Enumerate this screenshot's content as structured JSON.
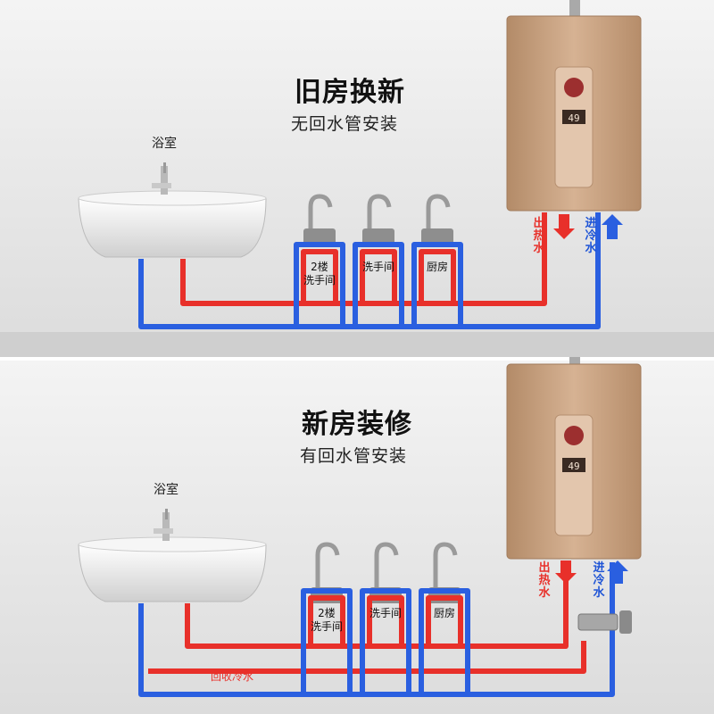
{
  "colors": {
    "hot_pipe": "#e8302a",
    "cold_pipe": "#2a5fe0",
    "heater_body": "#c9a27f",
    "background": "#d9d9d9"
  },
  "panels": [
    {
      "title": "旧房换新",
      "subtitle": "无回水管安装",
      "bathroom_label": "浴室",
      "taps": [
        {
          "label_line1": "2楼",
          "label_line2": "洗手间"
        },
        {
          "label_line1": "洗手间",
          "label_line2": ""
        },
        {
          "label_line1": "厨房",
          "label_line2": ""
        }
      ],
      "hot_out": "出热水",
      "cold_in": "进冷水",
      "heater_display": "49",
      "recycle_label": ""
    },
    {
      "title": "新房装修",
      "subtitle": "有回水管安装",
      "bathroom_label": "浴室",
      "taps": [
        {
          "label_line1": "2楼",
          "label_line2": "洗手间"
        },
        {
          "label_line1": "洗手间",
          "label_line2": ""
        },
        {
          "label_line1": "厨房",
          "label_line2": ""
        }
      ],
      "hot_out": "出热水",
      "cold_in": "进冷水",
      "heater_display": "49",
      "recycle_label": "回收冷水"
    }
  ]
}
